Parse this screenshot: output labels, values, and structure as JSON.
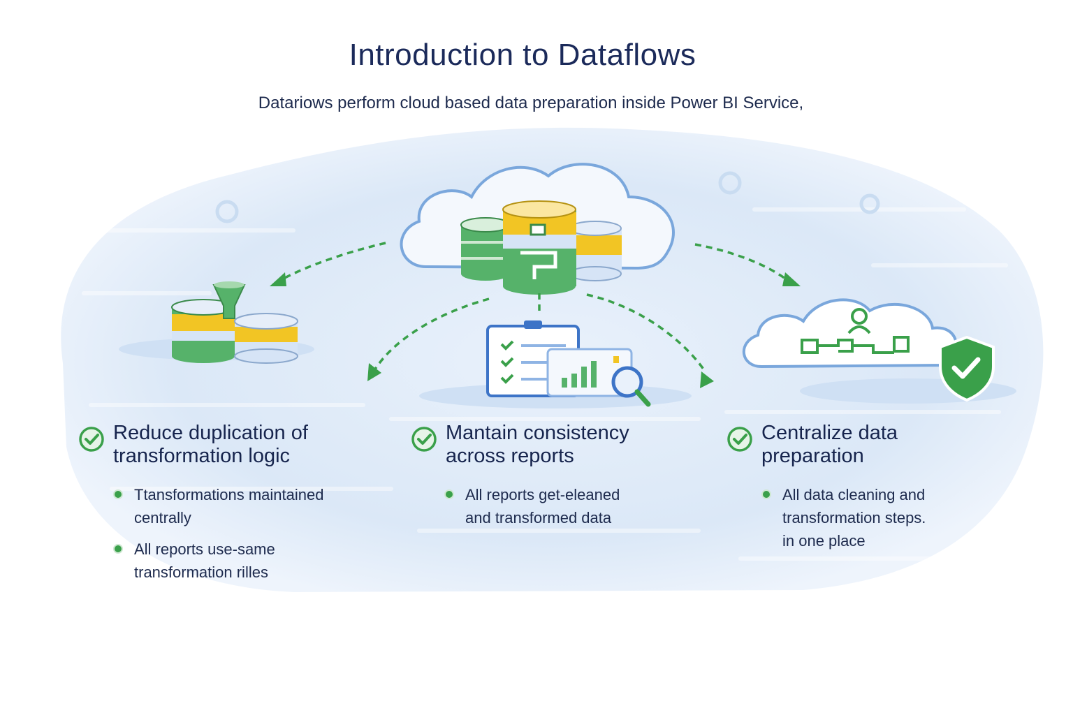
{
  "title": "Introduction to Dataflows",
  "subtitle": "Datariows perform cloud based data preparation inside Power BI Service,",
  "colors": {
    "navy": "#1b2a5a",
    "green": "#3aa04a",
    "yellow": "#f2c524",
    "light_blue": "#d7e6f7",
    "cloud_stroke": "#7aa7dc"
  },
  "icons": [
    "cloud-database-icon",
    "funnel-database-icon",
    "report-magnifier-icon",
    "cloud-flow-icon",
    "shield-check-icon",
    "check-circle-icon"
  ],
  "columns": [
    {
      "title_lines": [
        "Reduce duplication of",
        "transformation logic"
      ],
      "bullets": [
        {
          "lines": [
            "Ttansformations maintained",
            "centrally"
          ]
        },
        {
          "lines": [
            "All reports use-same",
            "transformation rilles"
          ]
        }
      ]
    },
    {
      "title_lines": [
        "Mantain consistency",
        "across reports"
      ],
      "bullets": [
        {
          "lines": [
            "All reports get-eleaned",
            "and transformed data"
          ]
        }
      ]
    },
    {
      "title_lines": [
        "Centralize data",
        "preparation"
      ],
      "bullets": [
        {
          "lines": [
            "All data cleaning and",
            "transformation steps.",
            "in one place"
          ]
        }
      ]
    }
  ]
}
